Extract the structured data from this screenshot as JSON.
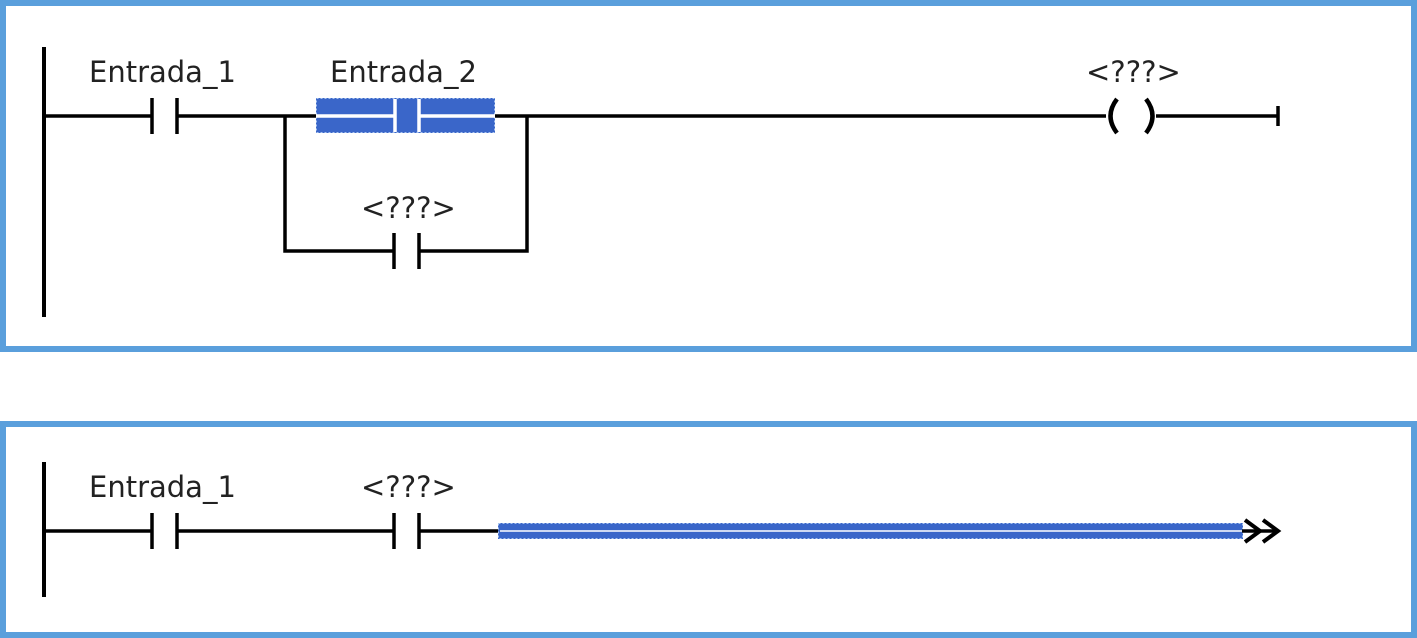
{
  "networks": [
    {
      "contacts": [
        {
          "operand": "Entrada_1",
          "selected": false
        },
        {
          "operand": "Entrada_2",
          "selected": true
        },
        {
          "operand": "<???>",
          "selected": false,
          "branch": "parallel"
        }
      ],
      "coil": {
        "operand": "<???>",
        "symbol": "( )"
      }
    },
    {
      "contacts": [
        {
          "operand": "Entrada_1",
          "selected": false
        },
        {
          "operand": "<???>",
          "selected": false
        }
      ],
      "open_end": {
        "selected": true,
        "symbol": "double-arrow"
      }
    }
  ],
  "colors": {
    "network_border": "#5a9fdc",
    "selection": "#3a66c9",
    "wire": "#000000"
  },
  "icons": [
    "normally-open-contact-icon",
    "coil-icon",
    "double-arrow-icon"
  ]
}
